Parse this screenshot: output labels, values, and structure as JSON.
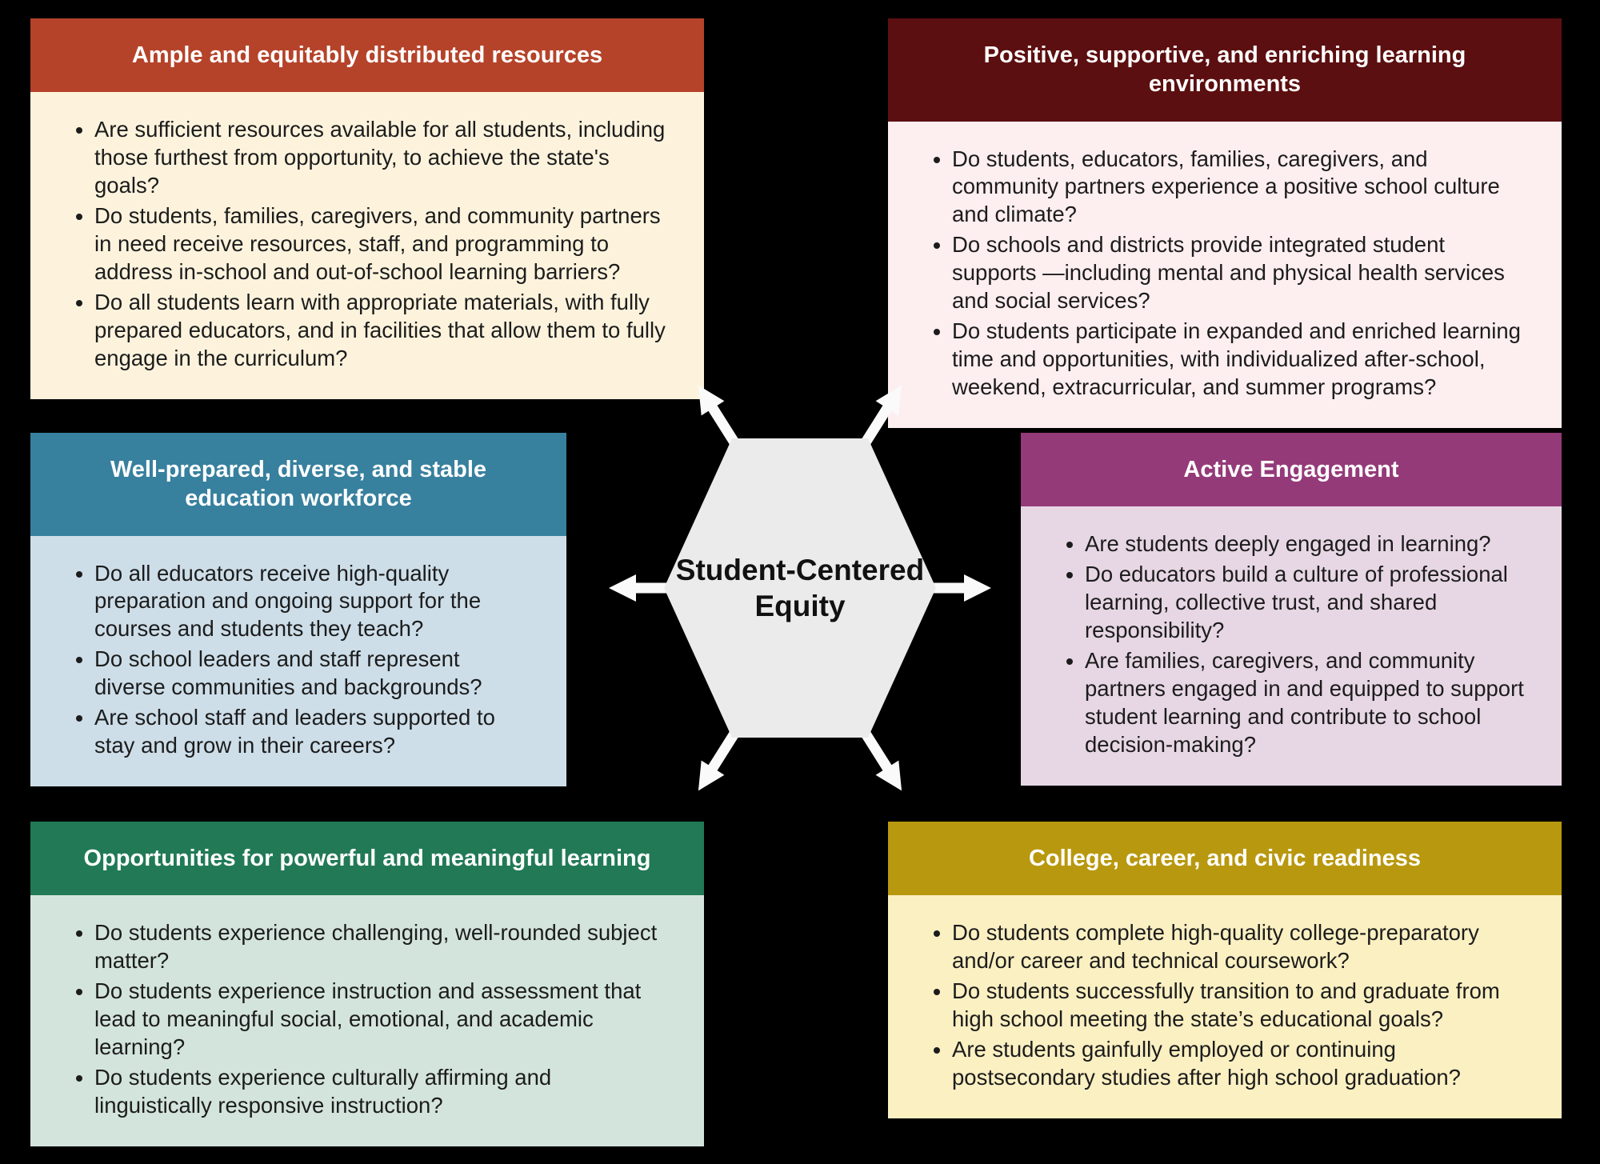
{
  "background_color": "#000000",
  "center": {
    "title": "Student-Centered Equity",
    "hexagon_color": "#ebebeb",
    "arrow_color": "#fafafa",
    "text_color": "#111111"
  },
  "boxes": [
    {
      "id": "ample-resources",
      "title": "Ample and equitably distributed resources",
      "header_color": "#b5432a",
      "body_color": "#fdf3dd",
      "bullets": [
        "Are sufficient resources available for all students, including those furthest from opportunity, to achieve the state's goals?",
        "Do students, families, caregivers, and community partners in need receive resources, staff, and programming to address in-school and out-of-school learning barriers?",
        "Do all students learn with appropriate materials, with fully prepared educators, and in facilities that allow them to fully engage in the curriculum?"
      ]
    },
    {
      "id": "learning-environments",
      "title": "Positive, supportive, and enriching learning environments",
      "header_color": "#5c0f10",
      "body_color": "#fdeef0",
      "bullets": [
        "Do students, educators, families, caregivers, and community partners experience a positive school culture and climate?",
        "Do schools and districts provide integrated student supports —including mental and physical health services and social services?",
        "Do students participate in expanded and enriched learning time and opportunities, with individualized after-school, weekend, extracurricular, and summer programs?"
      ]
    },
    {
      "id": "education-workforce",
      "title": "Well-prepared, diverse, and stable education workforce",
      "header_color": "#37809e",
      "body_color": "#cddee9",
      "bullets": [
        "Do all educators receive high-quality preparation and ongoing support for the courses and students they teach?",
        "Do school leaders and staff represent diverse communities and backgrounds?",
        "Are school staff and leaders supported to stay and grow in their careers?"
      ]
    },
    {
      "id": "active-engagement",
      "title": "Active Engagement",
      "header_color": "#943a79",
      "body_color": "#e7d7e5",
      "bullets": [
        "Are students deeply engaged in learning?",
        "Do educators build a culture of professional learning, collective trust, and shared responsibility?",
        "Are families, caregivers, and community partners engaged in and equipped to support student learning and contribute to school decision-making?"
      ]
    },
    {
      "id": "meaningful-learning",
      "title": "Opportunities for powerful and meaningful learning",
      "header_color": "#217a55",
      "body_color": "#d3e4dd",
      "bullets": [
        "Do students experience challenging, well-rounded subject matter?",
        "Do students experience instruction and assessment that lead to meaningful social, emotional, and academic learning?",
        "Do students experience culturally affirming and linguistically responsive instruction?"
      ]
    },
    {
      "id": "college-career-civic",
      "title": "College, career, and civic readiness",
      "header_color": "#b8980f",
      "body_color": "#fbf0c2",
      "bullets": [
        "Do students complete high-quality college-preparatory and/or career and technical coursework?",
        "Do students successfully transition to and graduate from high school meeting the state’s educational goals?",
        "Are students gainfully employed or continuing postsecondary studies after high school graduation?"
      ]
    }
  ]
}
